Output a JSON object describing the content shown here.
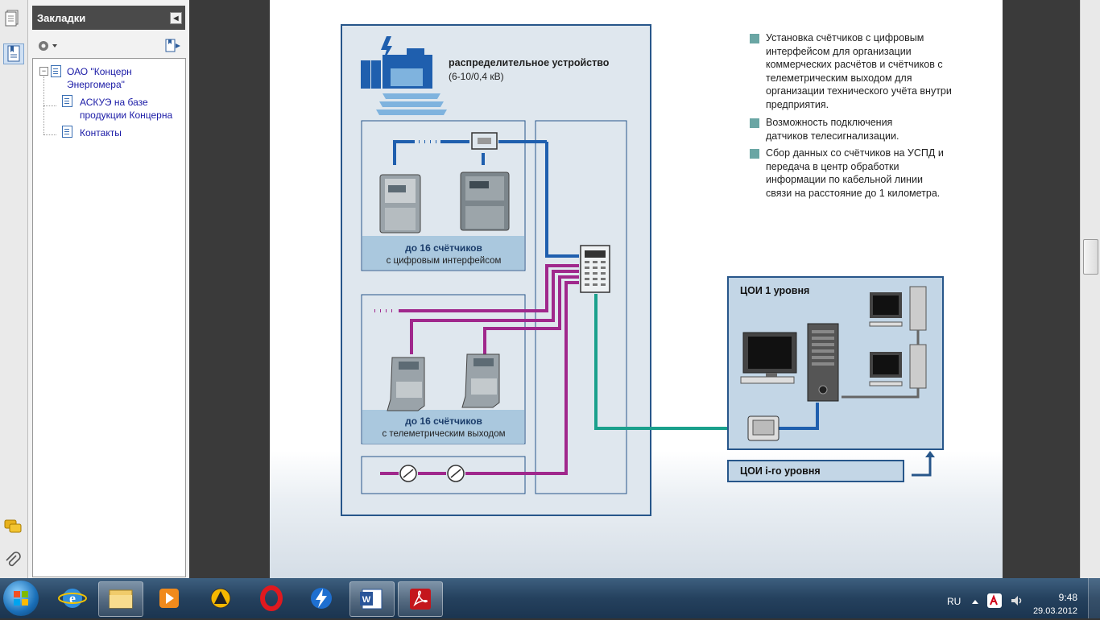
{
  "panel": {
    "title": "Закладки",
    "items": [
      {
        "label": "ОАО \"Концерн Энергомера\""
      },
      {
        "label": "АСКУЭ на базе продукции Концерна"
      },
      {
        "label": "Контакты"
      }
    ]
  },
  "diagram": {
    "device_title": "распределительное устройство",
    "device_sub": "(6-10/0,4 кВ)",
    "group1_count": "до 16 счётчиков",
    "group1_desc": "с цифровым интерфейсом",
    "group2_count": "до 16 счётчиков",
    "group2_desc": "с телеметрическим выходом",
    "center1": "ЦОИ 1 уровня",
    "centerI": "ЦОИ i-го уровня",
    "bullets": [
      "Установка счётчиков с цифровым интерфейсом для организации коммерческих расчётов и счётчиков с телеметрическим выходом для организации технического учёта внутри предприятия.",
      "Возможность подключения датчиков телесигнализации.",
      "Сбор данных со счётчиков на УСПД и передача в центр обработки информации по кабельной линии связи на расстояние до 1 километра."
    ],
    "colors": {
      "blue": "#1f5fae",
      "magenta": "#a0288c",
      "teal": "#1aa08c",
      "panel": "#dfe7ee",
      "frame": "#27568a"
    }
  },
  "taskbar": {
    "lang": "RU",
    "time": "9:48",
    "date": "29.03.2012",
    "apps": [
      "ie-icon",
      "explorer-icon",
      "media-icon",
      "aimp-icon",
      "opera-icon",
      "thunder-icon",
      "word-icon",
      "acrobat-icon"
    ]
  }
}
